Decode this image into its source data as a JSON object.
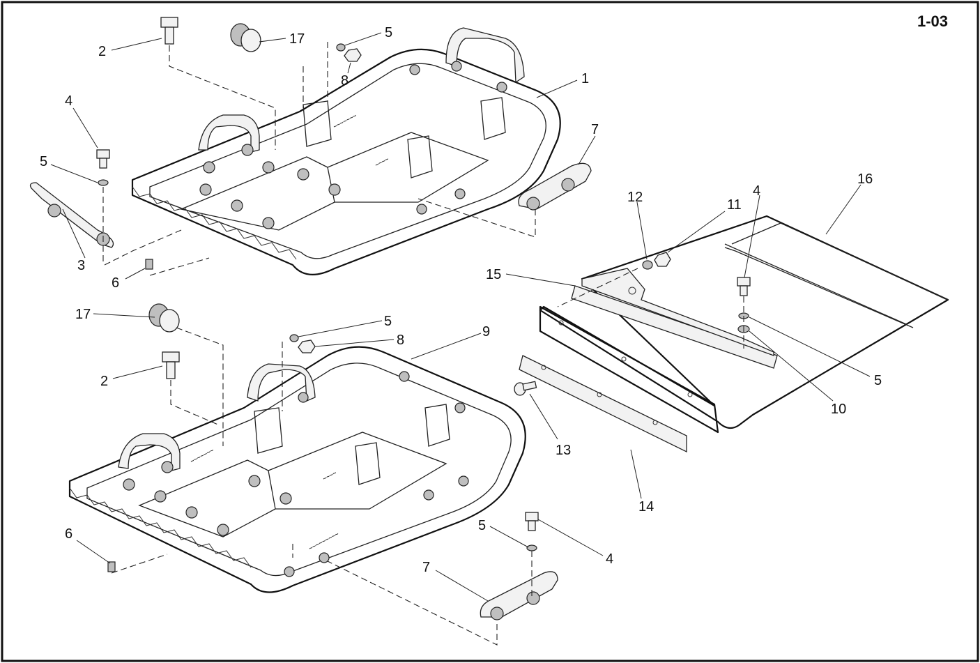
{
  "sheet_number": "1-03",
  "callouts": [
    {
      "id": "c2a",
      "text": "2"
    },
    {
      "id": "c17a",
      "text": "17"
    },
    {
      "id": "c5a",
      "text": "5"
    },
    {
      "id": "c8a",
      "text": "8"
    },
    {
      "id": "c1",
      "text": "1"
    },
    {
      "id": "c4a",
      "text": "4"
    },
    {
      "id": "c5b",
      "text": "5"
    },
    {
      "id": "c3",
      "text": "3"
    },
    {
      "id": "c6a",
      "text": "6"
    },
    {
      "id": "c7a",
      "text": "7"
    },
    {
      "id": "c12",
      "text": "12"
    },
    {
      "id": "c11",
      "text": "11"
    },
    {
      "id": "c4b",
      "text": "4"
    },
    {
      "id": "c16",
      "text": "16"
    },
    {
      "id": "c15",
      "text": "15"
    },
    {
      "id": "c17b",
      "text": "17"
    },
    {
      "id": "c5c",
      "text": "5"
    },
    {
      "id": "c8b",
      "text": "8"
    },
    {
      "id": "c9",
      "text": "9"
    },
    {
      "id": "c2b",
      "text": "2"
    },
    {
      "id": "c5d",
      "text": "5"
    },
    {
      "id": "c10",
      "text": "10"
    },
    {
      "id": "c13",
      "text": "13"
    },
    {
      "id": "c14",
      "text": "14"
    },
    {
      "id": "c5e",
      "text": "5"
    },
    {
      "id": "c4c",
      "text": "4"
    },
    {
      "id": "c6b",
      "text": "6"
    },
    {
      "id": "c7b",
      "text": "7"
    }
  ]
}
